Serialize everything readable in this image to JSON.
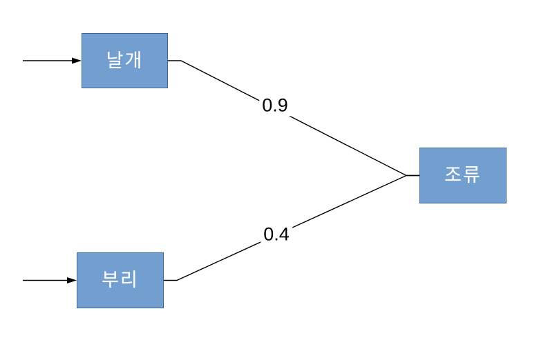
{
  "diagram": {
    "colors": {
      "background": "#ffffff",
      "node_fill": "#729fcf",
      "node_border": "#3a66a0",
      "node_text": "#ffffff",
      "edge": "#000000",
      "edge_label_text": "#000000"
    },
    "nodes": [
      {
        "id": "wings",
        "label": "날개"
      },
      {
        "id": "beak",
        "label": "부리"
      },
      {
        "id": "birds",
        "label": "조류"
      }
    ],
    "edges": [
      {
        "from": "wings",
        "to": "birds",
        "weight": "0.9"
      },
      {
        "from": "beak",
        "to": "birds",
        "weight": "0.4"
      }
    ]
  }
}
